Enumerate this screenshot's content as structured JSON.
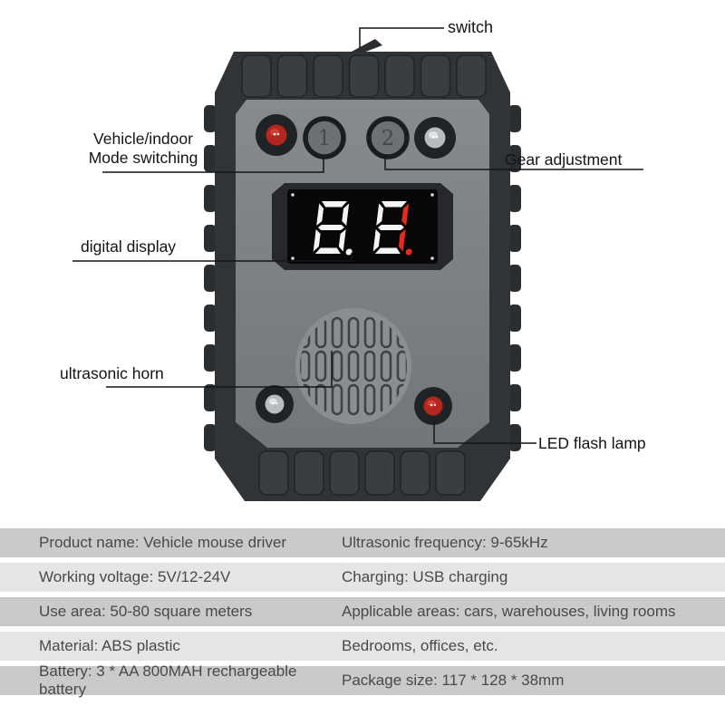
{
  "annotations": {
    "switch": "switch",
    "mode_switching": {
      "line1": "Vehicle/indoor",
      "line2": "Mode switching"
    },
    "gear_adjustment": "Gear adjustment",
    "digital_display": "digital display",
    "ultrasonic_horn": "ultrasonic horn",
    "led_flash_lamp": "LED flash lamp"
  },
  "device": {
    "button1_label": "1",
    "button2_label": "2",
    "display": {
      "reading": "88",
      "lit_overlay": "1",
      "ghost_color": "#f4f4f4",
      "lit_color": "#e62b1e",
      "digits": [
        {
          "ghost": "ABCDEFG",
          "lit": "",
          "dp": "ghost"
        },
        {
          "ghost": "ADEFG",
          "lit": "BC",
          "dp": "lit"
        }
      ]
    }
  },
  "spec_table": {
    "rows": [
      {
        "left": "Product name: Vehicle mouse driver",
        "right": "Ultrasonic frequency: 9-65kHz"
      },
      {
        "left": "Working voltage: 5V/12-24V",
        "right": "Charging: USB charging"
      },
      {
        "left": "Use area: 50-80 square meters",
        "right": "Applicable areas: cars, warehouses, living rooms"
      },
      {
        "left": "Material: ABS plastic",
        "right": "Bedrooms, offices, etc."
      },
      {
        "left": "Battery: 3 * AA 800MAH rechargeable battery",
        "right": "Package size: 117 * 128 * 38mm"
      }
    ]
  },
  "colors": {
    "body_dark": "#303437",
    "bump_fill": "#3a3e41",
    "panel_top": "#888b8e",
    "panel_bottom": "#737679",
    "grille_fill": "#8b8e90",
    "slot_stroke": "#3e4144",
    "frame_dark": "#26282b",
    "screen_black": "#070708",
    "led_red": "#b3271e",
    "led_white": "#b9bbbc",
    "ring_dark": "#1a1c1e",
    "row_dark": "#c9cacb",
    "row_light": "#e5e5e6",
    "leader_line": "#151515"
  }
}
